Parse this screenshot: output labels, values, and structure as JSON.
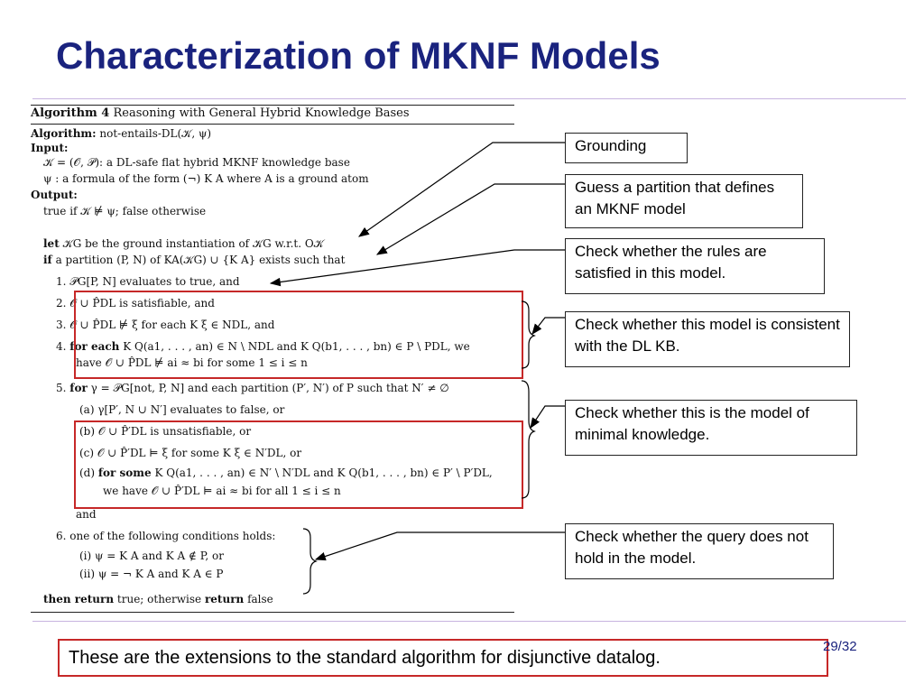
{
  "slide": {
    "title": "Characterization of MKNF Models",
    "page_number": "29/32",
    "footer_note": "These are the extensions to the standard algorithm for disjunctive datalog."
  },
  "algorithm": {
    "header_label": "Algorithm 4",
    "header_title": "Reasoning with General Hybrid Knowledge Bases",
    "name_label": "Algorithm:",
    "name_value": "not-entails-DL(𝒦, ψ)",
    "input_label": "Input:",
    "input_kb": "𝒦 = (𝒪, 𝒫): a DL-safe flat hybrid MKNF knowledge base",
    "input_formula": "ψ : a formula of the form (¬) K A where A is a ground atom",
    "output_label": "Output:",
    "output_value": "true if 𝒦 ⊭ ψ; false otherwise",
    "let_kw": "let",
    "let_text": "𝒦G be the ground instantiation of 𝒦G w.r.t. O𝒦",
    "if_kw": "if",
    "if_text": "a partition (P, N) of KA(𝒦G) ∪ {K A} exists such that",
    "step1": "1.  𝒫G[P, N] evaluates to true, and",
    "step2": "2.  𝒪 ∪ P̂DL is satisfiable, and",
    "step3": "3.  𝒪 ∪ P̂DL ⊭ ξ for each K ξ ∈ NDL, and",
    "step4_kw": "for each",
    "step4_a": "4.",
    "step4_b": "K Q(a1, . . . , an) ∈ N \\ NDL and K Q(b1, . . . , bn) ∈ P \\ PDL, we",
    "step4_c": "have 𝒪 ∪ P̂DL ⊭ ai ≈ bi for some 1 ≤ i ≤ n",
    "step5_a": "5.",
    "step5_kw": "for",
    "step5_b": "γ = 𝒫G[not, P, N] and each partition (P′, N′) of P such that N′ ≠ ∅",
    "step5_sa": "(a)  γ[P′, N ∪ N′] evaluates to false, or",
    "step5_sb": "(b)  𝒪 ∪ P̂′DL is unsatisfiable, or",
    "step5_sc": "(c)  𝒪 ∪ P̂′DL ⊨ ξ for some K ξ ∈ N′DL, or",
    "step5_sd_a": "(d)",
    "step5_sd_kw": "for some",
    "step5_sd_b": "K Q(a1, . . . , an) ∈ N′ \\ N′DL and K Q(b1, . . . , bn) ∈ P′ \\ P′DL,",
    "step5_sd_c": "we have 𝒪 ∪ P̂′DL ⊨ ai ≈ bi for all 1 ≤ i ≤ n",
    "and": "and",
    "step6": "6.  one of the following conditions holds:",
    "step6_i": "(i)   ψ = K A and K A ∉ P, or",
    "step6_ii": "(ii)  ψ = ¬ K A and K A ∈ P",
    "then_kw": "then return",
    "then_text": "true; otherwise",
    "return_kw": "return",
    "return_text": "false"
  },
  "callouts": [
    "Grounding",
    "Guess a partition that defines an MKNF model",
    "Check whether the rules are satisfied in this model.",
    "Check whether this model is consistent with the DL KB.",
    "Check whether this is the model of minimal knowledge.",
    "Check whether the query does not hold in the model."
  ],
  "colors": {
    "title": "#1a237e",
    "highlight_border": "#c62828",
    "divider": "#c7b3e0"
  }
}
